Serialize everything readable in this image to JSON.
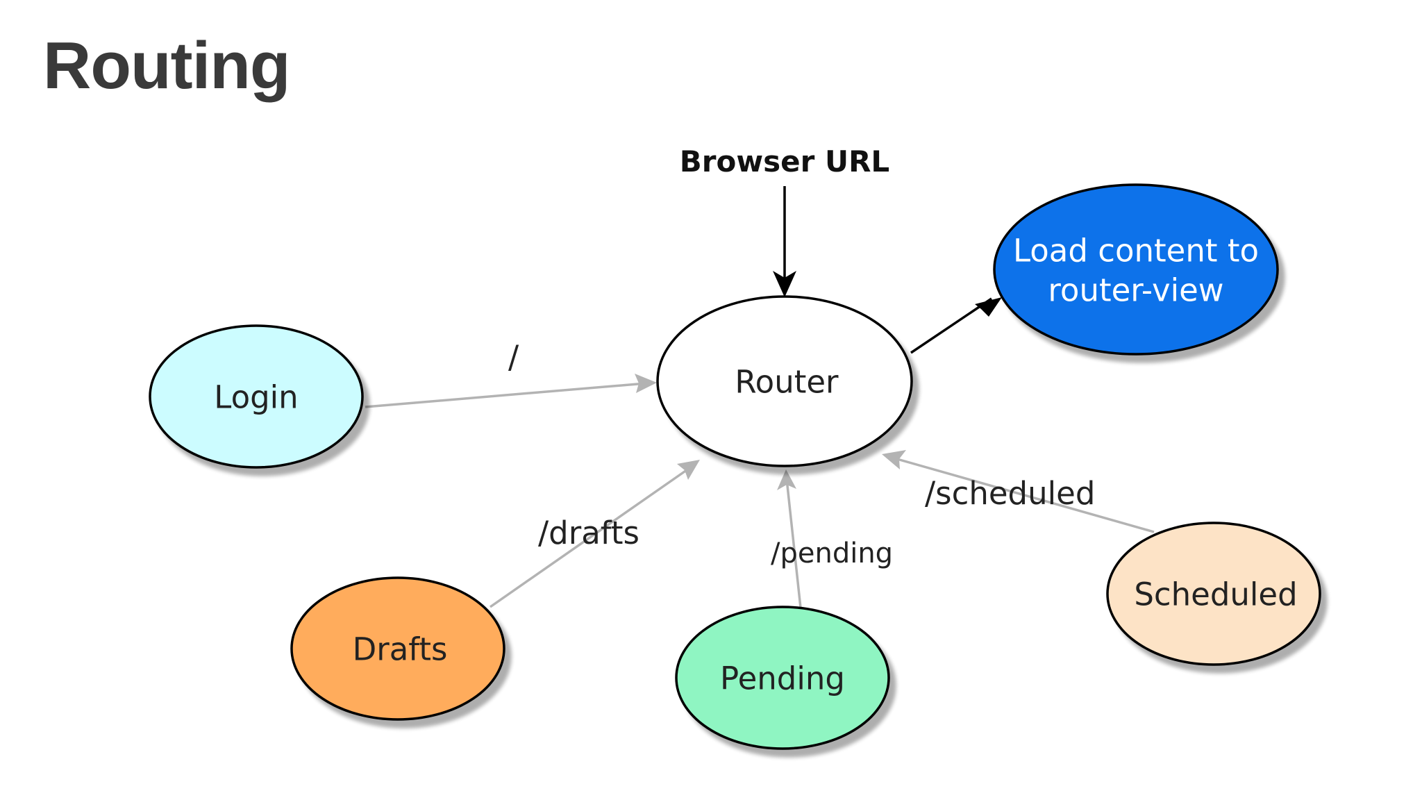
{
  "title": "Routing",
  "source_label": "Browser URL",
  "nodes": {
    "router": {
      "label": "Router",
      "color": "#ffffff"
    },
    "login": {
      "label": "Login",
      "color": "#ccfcff"
    },
    "drafts": {
      "label": "Drafts",
      "color": "#ffac5c"
    },
    "pending": {
      "label": "Pending",
      "color": "#8ff5c2"
    },
    "scheduled": {
      "label": "Scheduled",
      "color": "#fde3c6"
    },
    "output": {
      "line1": "Load content to",
      "line2": "router-view",
      "color": "#0b72ea"
    }
  },
  "edges": {
    "login": "/",
    "drafts": "/drafts",
    "pending": "/pending",
    "scheduled": "/scheduled"
  }
}
